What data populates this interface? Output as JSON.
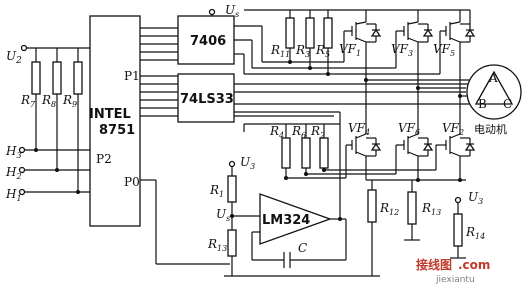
{
  "diagram": {
    "blocks": {
      "mcu_line1": "INTEL",
      "mcu_line2": "8751",
      "port_p1": "P1",
      "port_p2": "P2",
      "port_p0": "P0",
      "buffer": "7406",
      "logic": "74LS33",
      "opamp": "LM324"
    },
    "supplies": {
      "u_top": "U",
      "u_top_sub": "s",
      "u_left": "U",
      "u_left_sub": "2",
      "u_mid": "U",
      "u_mid_sub": "3",
      "u_in": "U",
      "u_in_sub": "s",
      "u_right": "U",
      "u_right_sub": "3"
    },
    "inputs": [
      {
        "main": "H",
        "sub": "3"
      },
      {
        "main": "H",
        "sub": "2"
      },
      {
        "main": "H",
        "sub": "1"
      }
    ],
    "resistors": {
      "left_group": [
        {
          "main": "R",
          "sub": "7"
        },
        {
          "main": "R",
          "sub": "8"
        },
        {
          "main": "R",
          "sub": "9"
        }
      ],
      "top_group": [
        {
          "main": "R",
          "sub": "11"
        },
        {
          "main": "R",
          "sub": "3"
        },
        {
          "main": "R",
          "sub": "5"
        }
      ],
      "mid_group": [
        {
          "main": "R",
          "sub": "4"
        },
        {
          "main": "R",
          "sub": "6"
        },
        {
          "main": "R",
          "sub": "2"
        }
      ],
      "r_amp_top": {
        "main": "R",
        "sub": "1"
      },
      "r_amp_bottom": {
        "main": "R",
        "sub": "13"
      },
      "r12": {
        "main": "R",
        "sub": "12"
      },
      "r13": {
        "main": "R",
        "sub": "13"
      },
      "r14": {
        "main": "R",
        "sub": "14"
      }
    },
    "capacitor": "C",
    "transistors": {
      "upper": [
        {
          "main": "VF",
          "sub": "1"
        },
        {
          "main": "VF",
          "sub": "3"
        },
        {
          "main": "VF",
          "sub": "5"
        }
      ],
      "lower": [
        {
          "main": "VF",
          "sub": "4"
        },
        {
          "main": "VF",
          "sub": "6"
        },
        {
          "main": "VF",
          "sub": "2"
        }
      ]
    },
    "motor": {
      "phase_a": "A",
      "phase_b": "B",
      "phase_c": "C",
      "label": "电动机"
    },
    "watermark": {
      "main": "接线图",
      "domain": ".com",
      "small": "jiexiantu"
    }
  }
}
